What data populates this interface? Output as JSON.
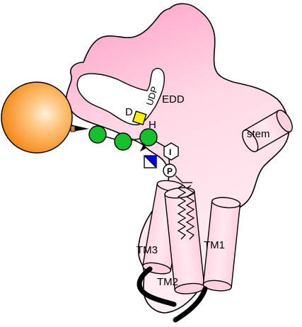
{
  "labels": {
    "udp": "UDP",
    "edd": "EDD",
    "d": "D",
    "h": "H",
    "i": "I",
    "p": "P",
    "stem": "stem",
    "tm1": "TM1",
    "tm2": "TM2",
    "tm3": "TM3"
  },
  "colors": {
    "protein_fill": "#ffd6e4",
    "protein_edge": "#ff96c0",
    "outline": "#000000",
    "sugar_green": "#17c12e",
    "udp_square": "#ffee00",
    "acceptor_square": "#0000e0",
    "lipid_ball_core": "#ffd39a",
    "lipid_ball_edge": "#f07a00"
  },
  "icons": {
    "glycan_chain": "green-circle-icon",
    "udp_sugar": "yellow-diamond-icon",
    "acceptor": "blue-half-square-icon",
    "isoprenoid": "hexagon-icon",
    "phosphate": "circle-p-icon",
    "lipid_particle": "orange-sphere-icon"
  }
}
